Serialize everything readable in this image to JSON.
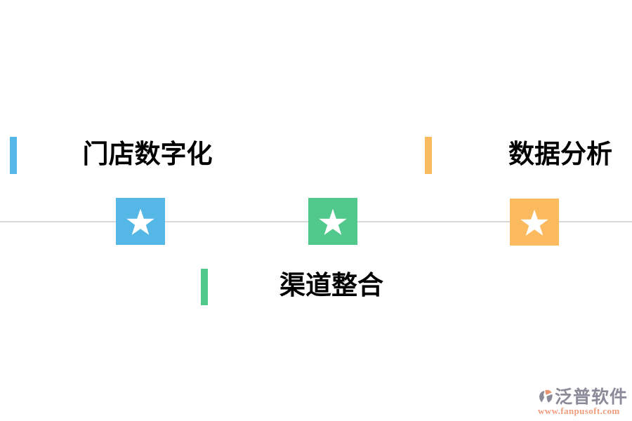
{
  "canvas": {
    "background": "#ffffff",
    "divider_color": "#d8d8d8",
    "label_color": "#000000",
    "star_color": "#ffffff"
  },
  "items": [
    {
      "label": "门店数字化",
      "color": "#55b7e5",
      "icon": "star"
    },
    {
      "label": "渠道整合",
      "color": "#52c98c",
      "icon": "star"
    },
    {
      "label": "数据分析",
      "color": "#fcba5f",
      "icon": "star"
    }
  ],
  "watermark": {
    "brand": "泛普软件",
    "url": "www.fanpusoft.com",
    "brand_color": "#8a8a98",
    "url_color": "#ee9c7c",
    "icon_accent_color": "#e8926f"
  }
}
